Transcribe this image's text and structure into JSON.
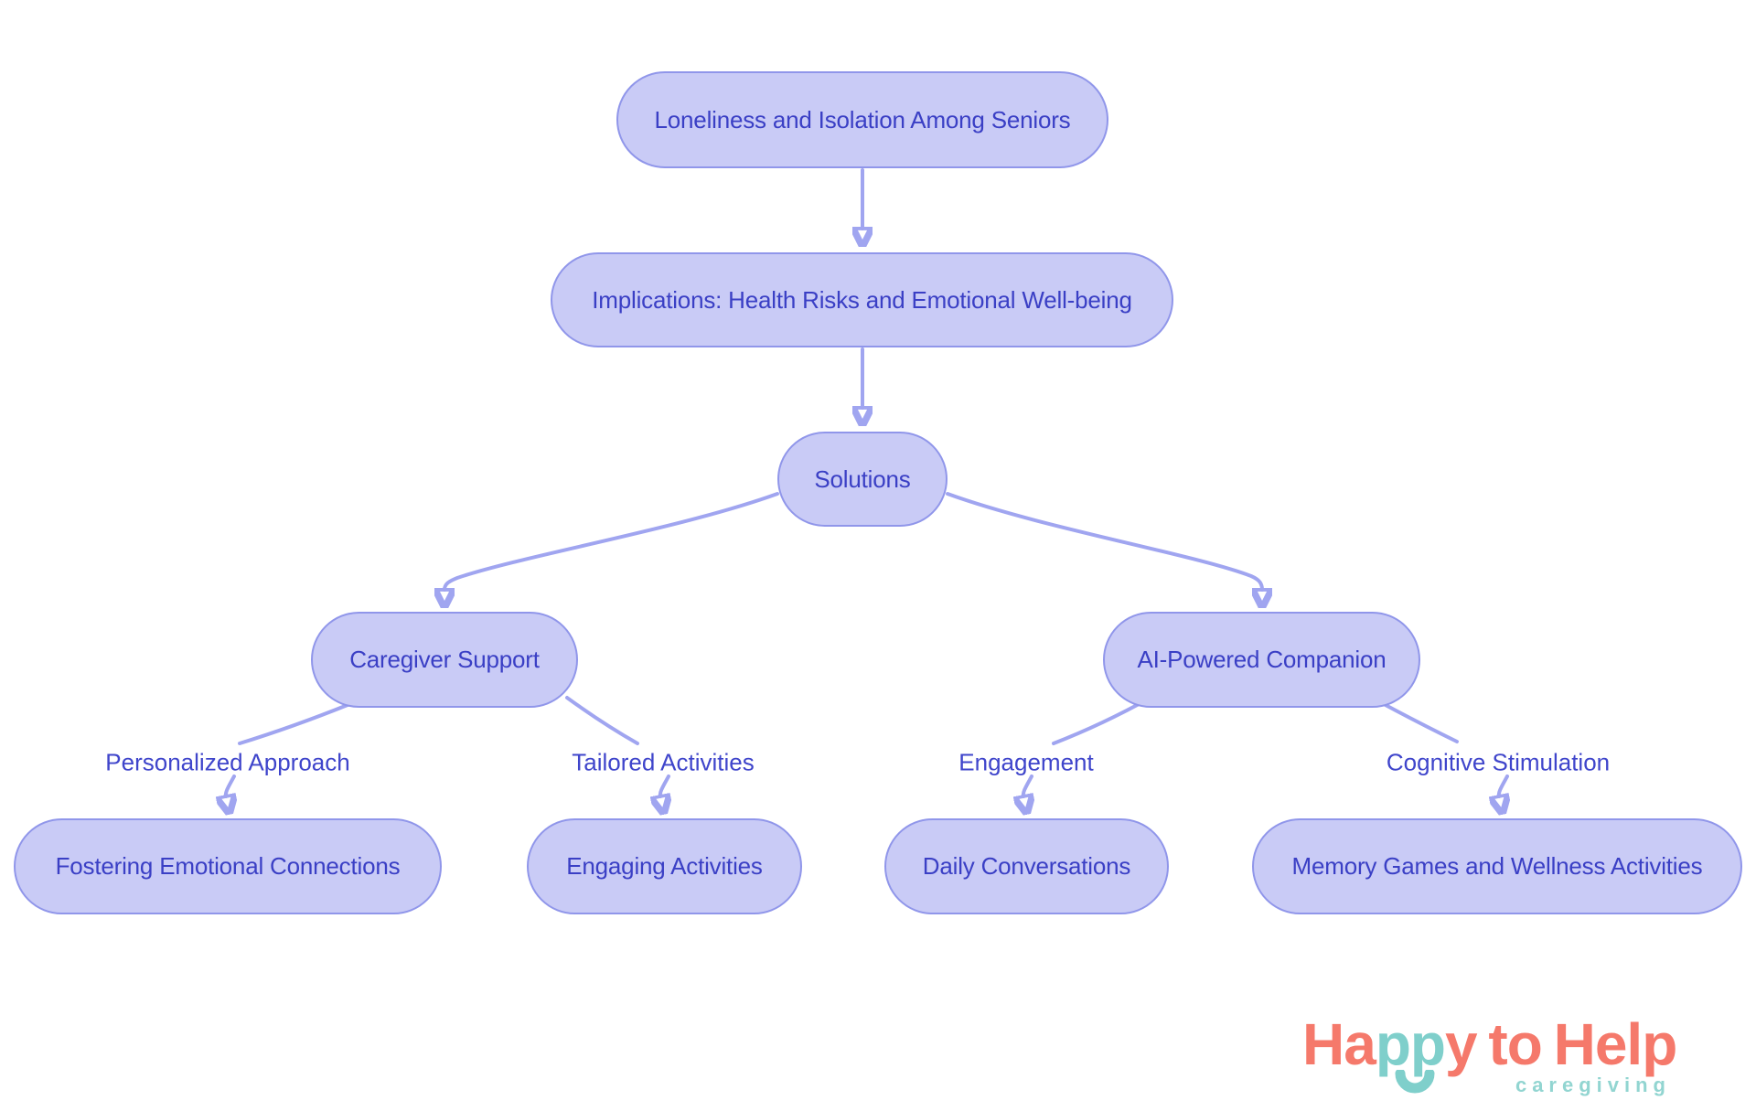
{
  "diagram": {
    "nodes": [
      {
        "id": "seniors",
        "label": "Loneliness and Isolation Among Seniors"
      },
      {
        "id": "implications",
        "label": "Implications: Health Risks and Emotional Well-being"
      },
      {
        "id": "solutions",
        "label": "Solutions"
      },
      {
        "id": "caregiver",
        "label": "Caregiver Support"
      },
      {
        "id": "ai",
        "label": "AI-Powered Companion"
      },
      {
        "id": "fostering",
        "label": "Fostering Emotional Connections"
      },
      {
        "id": "engaging",
        "label": "Engaging Activities"
      },
      {
        "id": "daily",
        "label": "Daily Conversations"
      },
      {
        "id": "memory",
        "label": "Memory Games and Wellness Activities"
      }
    ],
    "edge_labels": [
      {
        "id": "personalized",
        "label": "Personalized Approach"
      },
      {
        "id": "tailored",
        "label": "Tailored Activities"
      },
      {
        "id": "engagement",
        "label": "Engagement"
      },
      {
        "id": "cognitive",
        "label": "Cognitive Stimulation"
      }
    ],
    "colors": {
      "node_fill": "#c9cbf6",
      "node_border": "#9096ea",
      "node_text": "#3a3fc5",
      "edge_line": "#a0a5f0",
      "arrowhead": "#9ca1ef",
      "edge_label_text": "#3f45cb",
      "background": "#ffffff"
    }
  },
  "logo": {
    "part_ha": "Ha",
    "part_pp": "pp",
    "part_y": "y",
    "part_to": "to",
    "part_help": "Help",
    "tagline": "caregiving",
    "colors": {
      "coral": "#f5796b",
      "teal": "#7fcfcb",
      "tagline_teal": "#92d5d1"
    }
  }
}
